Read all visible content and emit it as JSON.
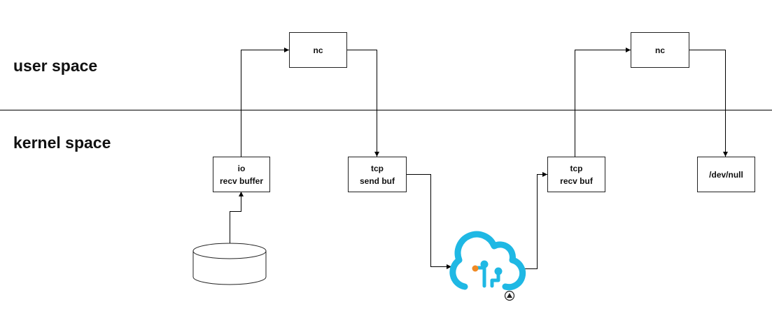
{
  "regions": {
    "user": "user space",
    "kernel": "kernel space"
  },
  "nodes": {
    "nc_left": {
      "lines": [
        "nc"
      ]
    },
    "nc_right": {
      "lines": [
        "nc"
      ]
    },
    "io_recv_buffer": {
      "lines": [
        "io",
        "recv buffer"
      ]
    },
    "tcp_send_buf": {
      "lines": [
        "tcp",
        "send buf"
      ]
    },
    "tcp_recv_buf": {
      "lines": [
        "tcp",
        "recv buf"
      ]
    },
    "dev_null": {
      "lines": [
        "/dev/null"
      ]
    }
  },
  "icons": {
    "disk": "disk-cylinder-icon",
    "network": "network-cloud-icon",
    "badge": "up-arrow-badge-icon"
  },
  "colors": {
    "line": "#000000",
    "cloud": "#1fb8e4",
    "cloud_dot": "#f08a24"
  }
}
